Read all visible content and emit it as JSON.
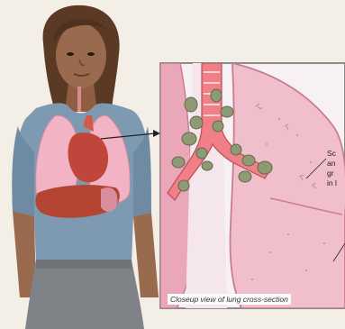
{
  "caption": "Closeup view of lung cross-section",
  "callout_lines": [
    "Sc",
    "an",
    "gr",
    "in l"
  ],
  "colors": {
    "background": "#f3efe6",
    "skin": "#9a6a4e",
    "hair": "#5a3a25",
    "shirt": "#7d9ab2",
    "skirt": "#7f8287",
    "lung": "#f2b4c4",
    "heart": "#c0453a",
    "lymph_node": "#8e9a74",
    "inset_border": "#6a6a6a"
  },
  "icons": [
    "woman-figure",
    "lung-inset",
    "bronchus",
    "lymph-nodes",
    "pointer-arrow"
  ]
}
